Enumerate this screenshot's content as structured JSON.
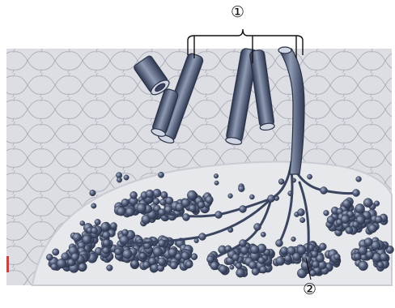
{
  "labels": {
    "marker_1": "①",
    "marker_2": "②"
  },
  "colors": {
    "tissue_background": "#dcdee3",
    "tissue_lines": "#9da2ad",
    "cavity_fill": "#e6e8ec",
    "cavity_rim": "#c9ccd3",
    "vessel_dark": "#3b4560",
    "vessel_mid": "#6c7690",
    "vessel_light": "#cfd5e2",
    "alveoli": "#4d5875",
    "alveoli_highlight": "#8f9ab3",
    "ink": "#111111"
  },
  "icons": {
    "bracket": "curly-brace-bracket",
    "leader_line": "leader-line"
  }
}
